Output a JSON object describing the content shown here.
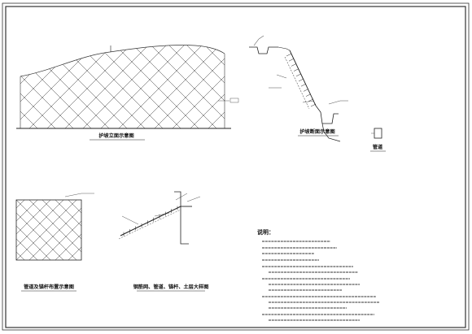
{
  "captions": {
    "elevation": "护坡立面示意图",
    "section": "护坡断面示意图",
    "drain_pipe": "管道",
    "anchor_layout": "管道及锚杆布置示意图",
    "mesh_detail": "钢筋网、管道、锚杆、土层大样图"
  },
  "notes": {
    "heading": "说明："
  },
  "colors": {
    "line": "#222222",
    "frame": "#333333"
  }
}
